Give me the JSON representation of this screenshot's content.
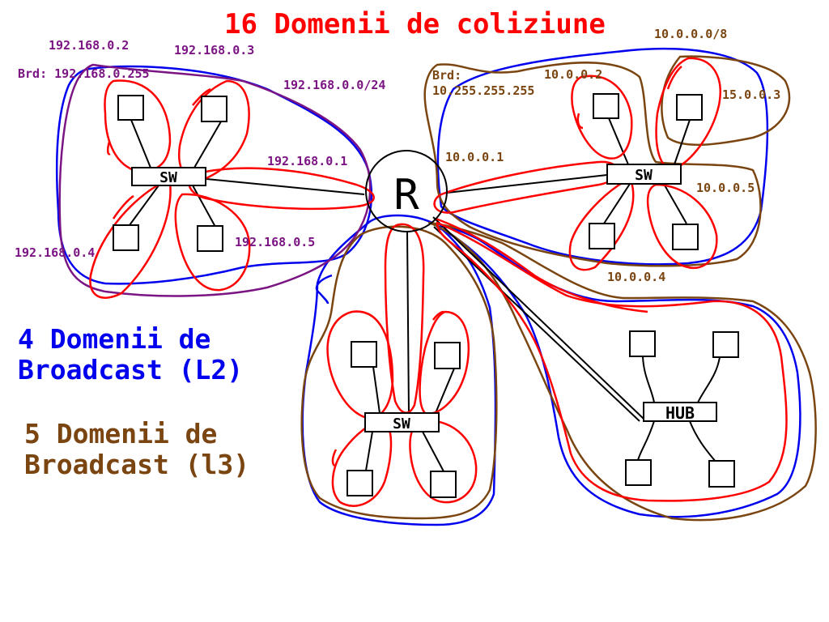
{
  "title": "16 Domenii de coliziune",
  "legend": {
    "broadcast_l2": "4 Domenii de\nBroadcast (L2)",
    "broadcast_l3": "5 Domenii de\nBroadcast (l3)"
  },
  "colors": {
    "collision": "#ff0000",
    "broadcast_l2": "#0000ee",
    "broadcast_l3": "#7a4510",
    "network_192": "#7b1583",
    "wire": "#000000"
  },
  "router": {
    "label": "R"
  },
  "devices": {
    "switch_label": "SW",
    "hub_label": "HUB"
  },
  "labels_left": {
    "host_a": "192.168.0.2",
    "host_b": "192.168.0.3",
    "broadcast": "Brd: 192.168.0.255",
    "network": "192.168.0.0/24",
    "gateway": "192.168.0.1",
    "host_c": "192.168.0.4",
    "host_d": "192.168.0.5"
  },
  "labels_right": {
    "network": "10.0.0.0/8",
    "broadcast_prefix": "Brd:",
    "broadcast_addr": "10.255.255.255",
    "host_a": "10.0.0.2",
    "host_b": "15.0.0.3",
    "gateway": "10.0.0.1",
    "host_c": "10.0.0.5",
    "host_d": "10.0.0.4"
  }
}
